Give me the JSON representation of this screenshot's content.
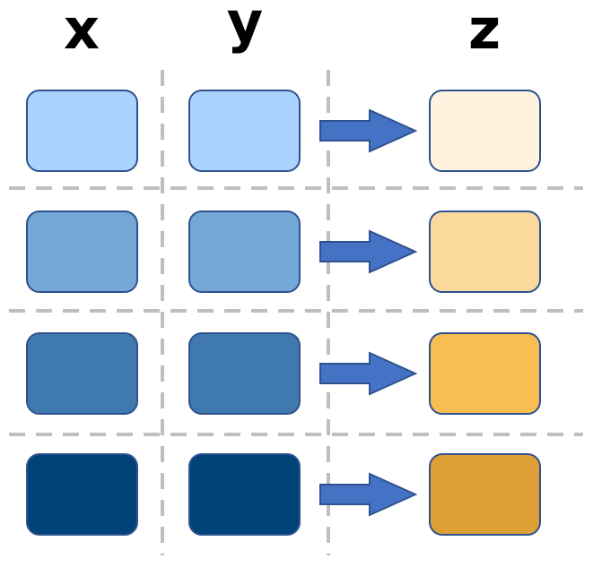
{
  "headers": {
    "x": "x",
    "y": "y",
    "z": "z"
  },
  "rows": [
    {
      "x_color": "#aad4ff",
      "y_color": "#aad4ff",
      "z_color": "#fff2de"
    },
    {
      "x_color": "#74a9d6",
      "y_color": "#74a9d6",
      "z_color": "#fad99c"
    },
    {
      "x_color": "#3f79ad",
      "y_color": "#3f79ad",
      "z_color": "#f8be52"
    },
    {
      "x_color": "#004379",
      "y_color": "#004379",
      "z_color": "#de9f36"
    }
  ],
  "colors": {
    "box_border": "#2f528f",
    "arrow_fill": "#4472c4",
    "grid_line": "#bfbfbf"
  }
}
